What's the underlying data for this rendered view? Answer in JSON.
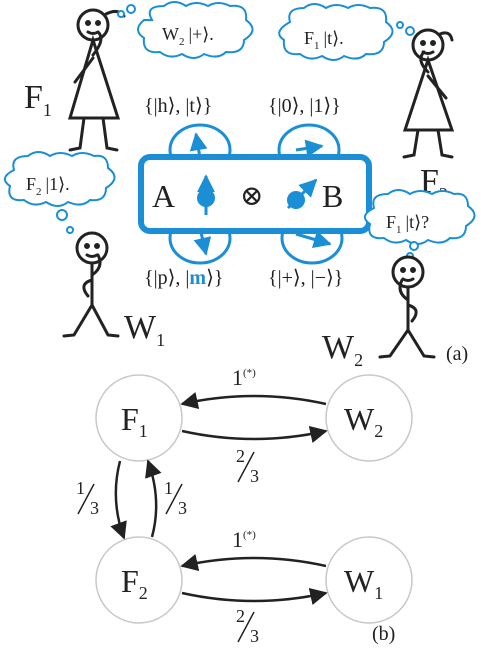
{
  "panel_a": {
    "label": "(a)",
    "agents": {
      "F1": {
        "letter": "F",
        "sub": "1"
      },
      "F2": {
        "letter": "F",
        "sub": "2"
      },
      "W1": {
        "letter": "W",
        "sub": "1"
      },
      "W2": {
        "letter": "W",
        "sub": "2"
      }
    },
    "thoughts": {
      "F1": {
        "op": "W",
        "sub": "2",
        "ket": "|+⟩."
      },
      "F2_top": {
        "op": "F",
        "sub": "1",
        "ket": "|t⟩."
      },
      "left": {
        "op": "F",
        "sub": "2",
        "ket": "|1⟩."
      },
      "right": {
        "op": "F",
        "sub": "1",
        "ket": "|t⟩?"
      }
    },
    "bases": {
      "top_left": "{|h⟩, |t⟩}",
      "top_right": "{|0⟩, |1⟩}",
      "bottom_left_pre": "{|p⟩, |",
      "bottom_left_m": "m",
      "bottom_left_post": "⟩}",
      "bottom_right": "{|+⟩, |−⟩}"
    },
    "system": {
      "left": "A",
      "op": "⊗",
      "right": "B"
    },
    "colors": {
      "accent": "#1a8fd6",
      "ink": "#222222"
    }
  },
  "panel_b": {
    "label": "(b)",
    "nodes": {
      "F1": {
        "letter": "F",
        "sub": "1"
      },
      "W2": {
        "letter": "W",
        "sub": "2"
      },
      "F2": {
        "letter": "F",
        "sub": "2"
      },
      "W1": {
        "letter": "W",
        "sub": "1"
      }
    },
    "edges": {
      "W2_to_F1": {
        "num": "1",
        "sup": "(*)"
      },
      "F1_to_W2": {
        "num": "2",
        "den": "3"
      },
      "F1_to_F2": {
        "num": "1",
        "den": "3"
      },
      "F2_to_F1": {
        "num": "1",
        "den": "3"
      },
      "W1_to_F2": {
        "num": "1",
        "sup": "(*)"
      },
      "F2_to_W1": {
        "num": "2",
        "den": "3"
      }
    },
    "colors": {
      "node_stroke": "#c8c8c8",
      "edge": "#222222"
    }
  }
}
